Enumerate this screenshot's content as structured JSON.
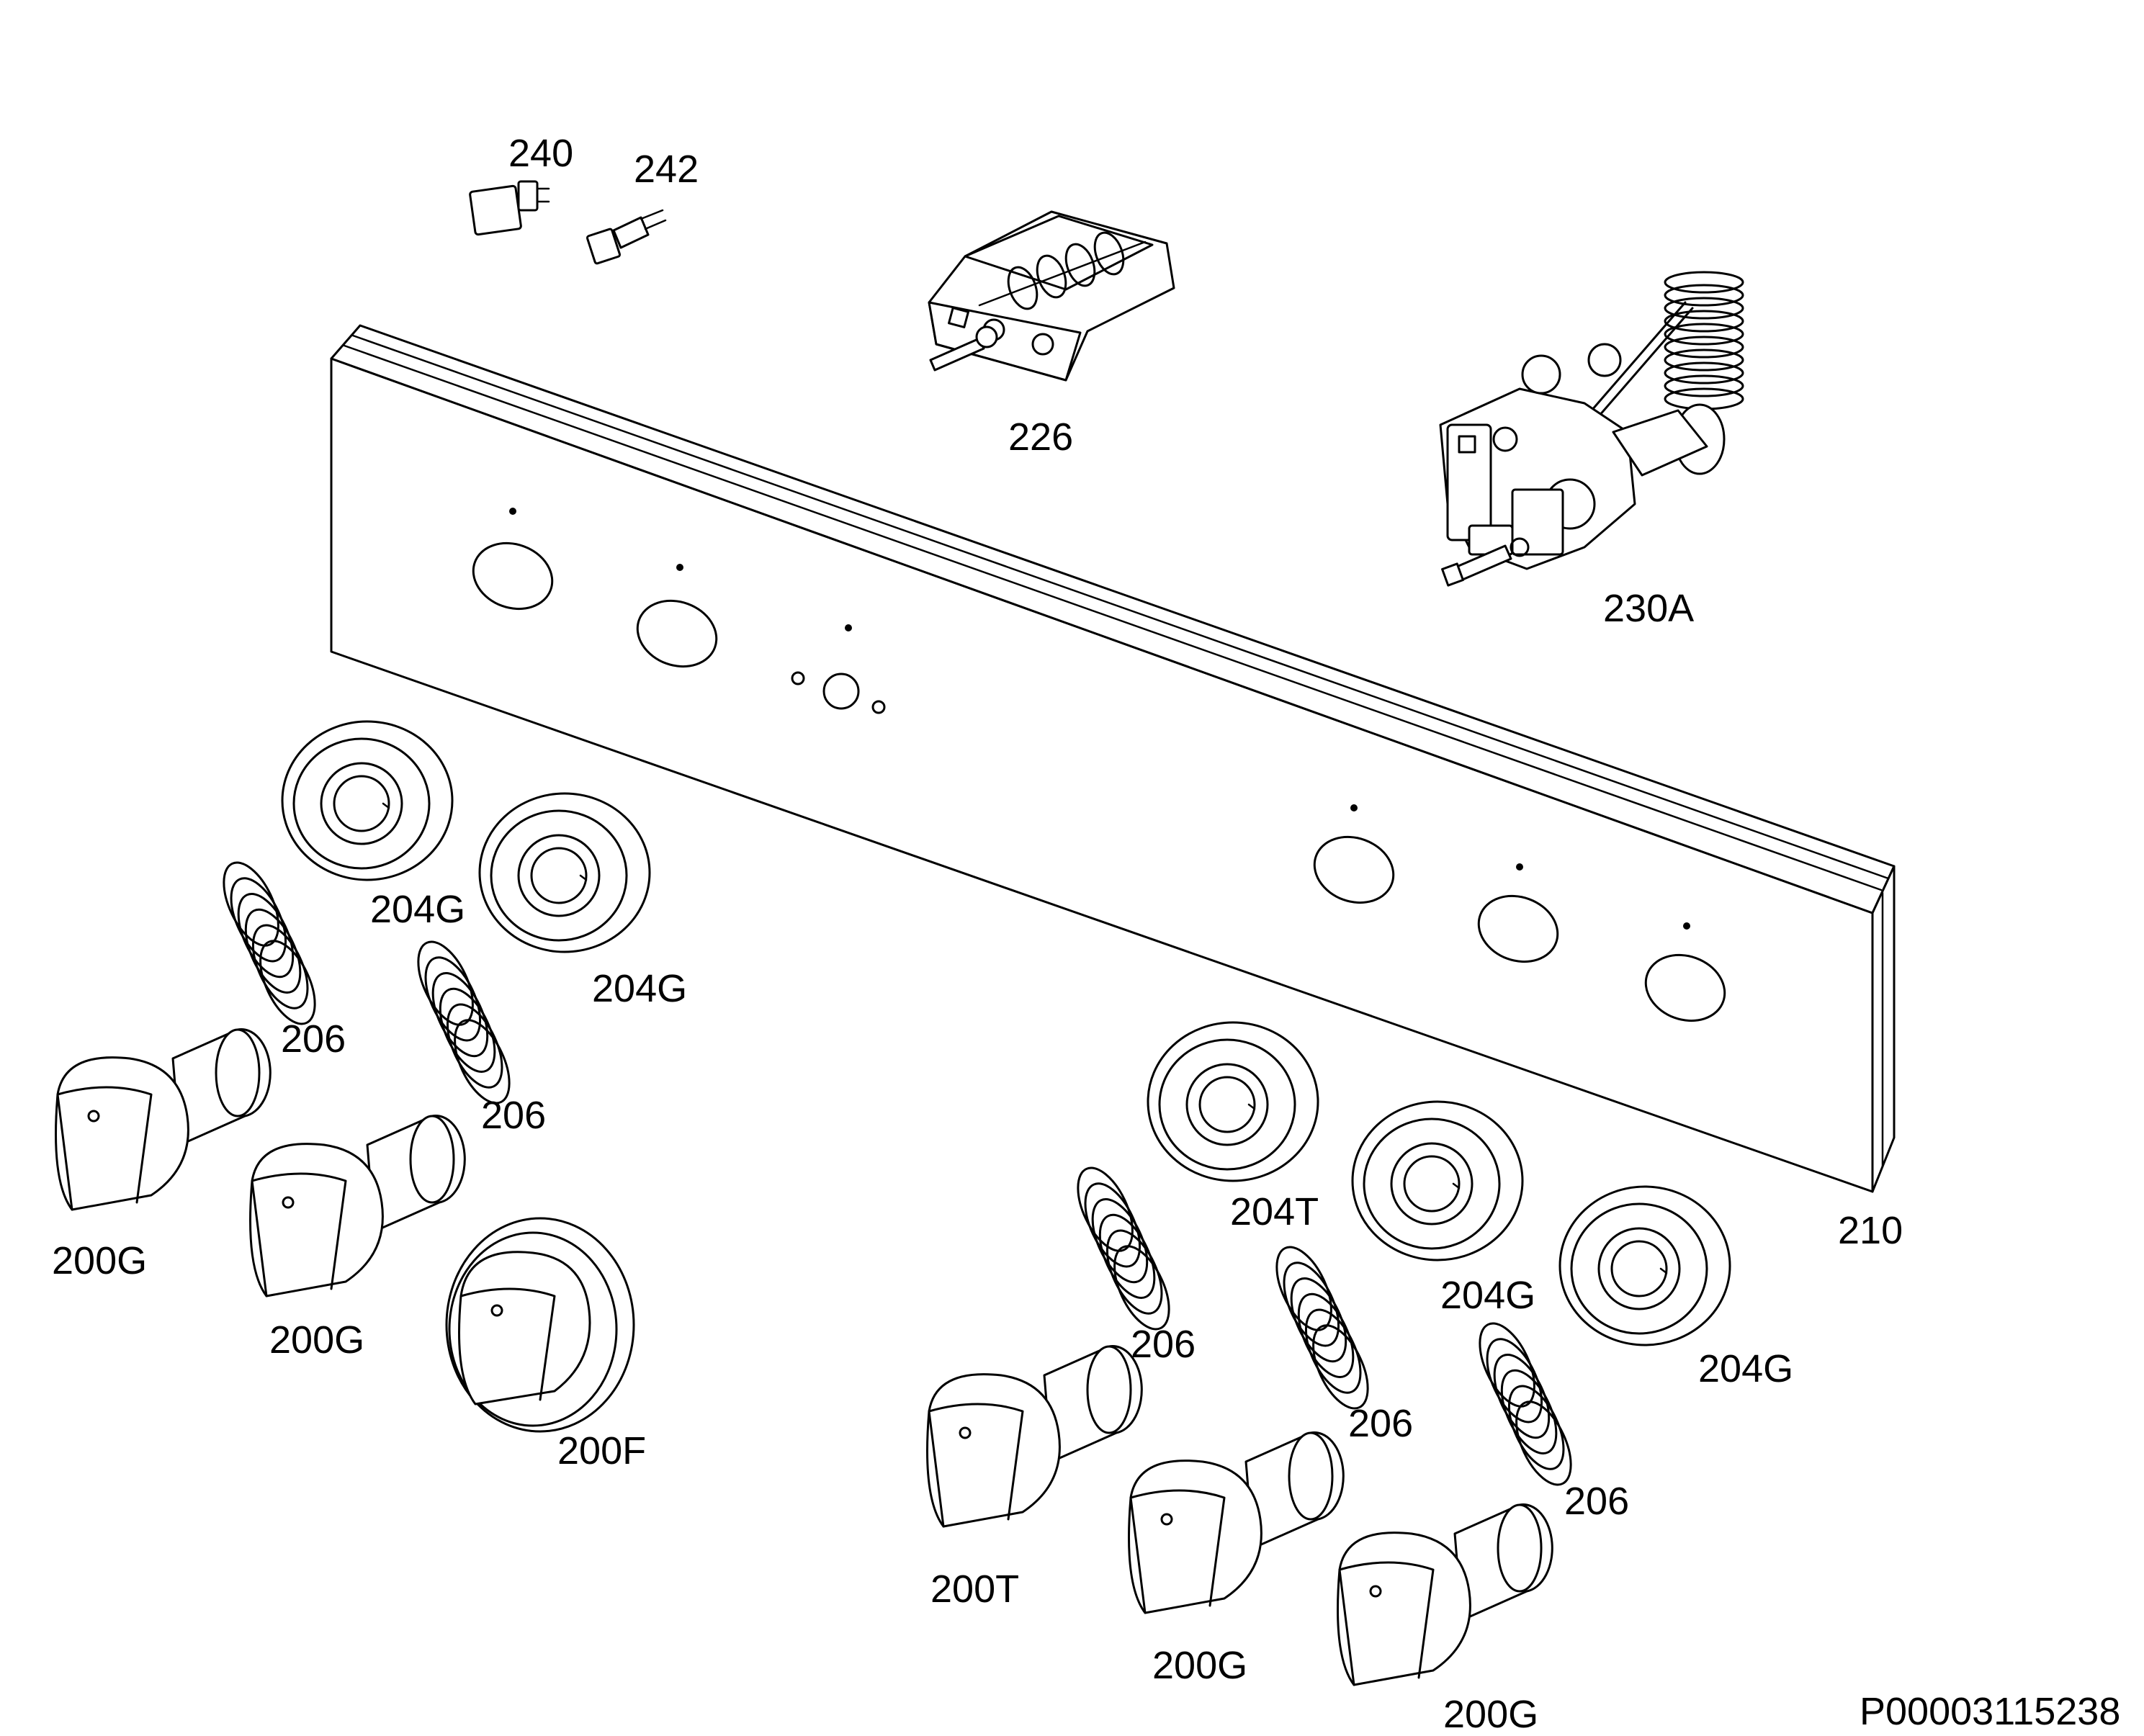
{
  "diagram": {
    "document_code": "P00003115238",
    "parts": {
      "p240": "240",
      "p242": "242",
      "p226": "226",
      "p230a": "230A",
      "p210": "210",
      "p204g_a": "204G",
      "p204g_b": "204G",
      "p206_a": "206",
      "p206_b": "206",
      "p200g_a": "200G",
      "p200g_b": "200G",
      "p200f": "200F",
      "p204t": "204T",
      "p204g_c": "204G",
      "p204g_d": "204G",
      "p206_c": "206",
      "p206_d": "206",
      "p206_e": "206",
      "p200t": "200T",
      "p200g_c": "200G",
      "p200g_d": "200G"
    }
  }
}
